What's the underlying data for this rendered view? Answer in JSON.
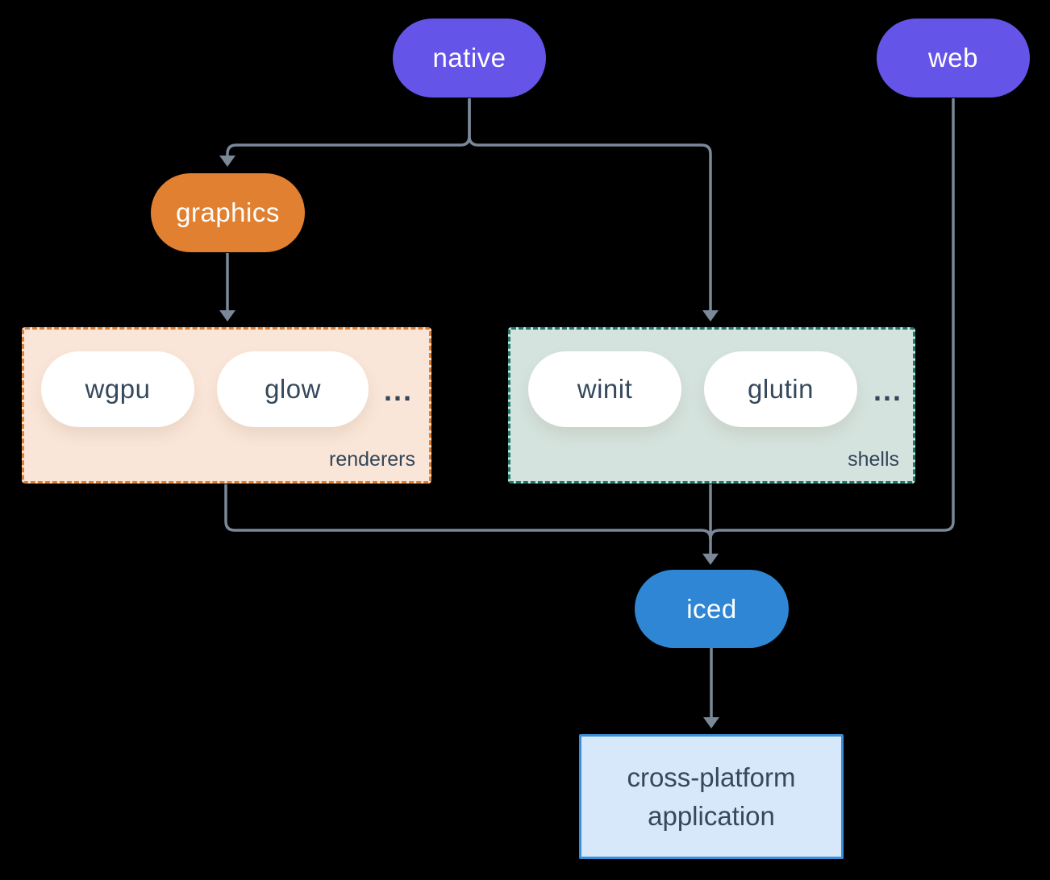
{
  "colors": {
    "background": "#000000",
    "connector": "#7b8898",
    "purple": "#6554e8",
    "orange": "#e08030",
    "blue": "#2e86d5",
    "renderers_fill": "#fae6d8",
    "renderers_border": "#e08030",
    "shells_fill": "#d5e3de",
    "shells_border": "#1f7a6b",
    "app_fill": "#d6e8f9",
    "app_border": "#3b8ed9",
    "dark_text": "#36485c",
    "light_text": "#ffffff"
  },
  "nodes": {
    "native": {
      "label": "native"
    },
    "web": {
      "label": "web"
    },
    "graphics": {
      "label": "graphics"
    },
    "iced": {
      "label": "iced"
    },
    "application": {
      "line1": "cross-platform",
      "line2": "application"
    }
  },
  "groups": {
    "renderers": {
      "label": "renderers",
      "items": [
        "wgpu",
        "glow"
      ],
      "ellipsis": "..."
    },
    "shells": {
      "label": "shells",
      "items": [
        "winit",
        "glutin"
      ],
      "ellipsis": "..."
    }
  }
}
